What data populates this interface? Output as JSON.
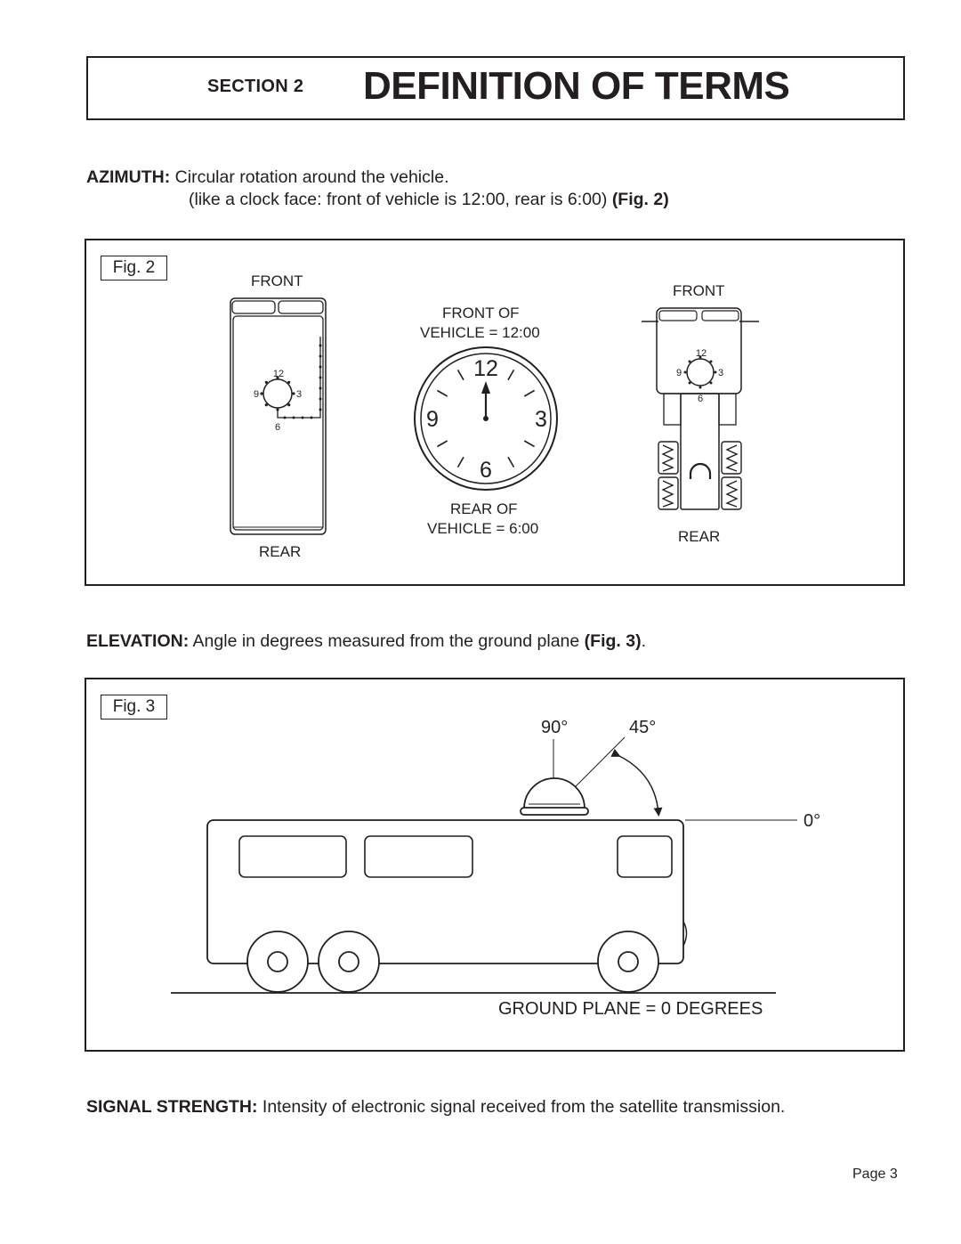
{
  "header": {
    "section_label": "SECTION 2",
    "title": "DEFINITION OF TERMS"
  },
  "azimuth": {
    "term": "AZIMUTH:",
    "definition": "Circular rotation around the vehicle.",
    "note": "(like a clock face: front of vehicle is 12:00, rear is 6:00)",
    "fig_ref": "(Fig. 2)"
  },
  "fig2": {
    "tag": "Fig. 2",
    "left_vehicle": {
      "front": "FRONT",
      "rear": "REAR",
      "dial": [
        "12",
        "3",
        "6",
        "9"
      ]
    },
    "clock": {
      "front_line1": "FRONT OF",
      "front_line2": "VEHICLE = 12:00",
      "rear_line1": "REAR OF",
      "rear_line2": "VEHICLE = 6:00",
      "numerals": [
        "12",
        "3",
        "6",
        "9"
      ]
    },
    "right_vehicle": {
      "front": "FRONT",
      "rear": "REAR",
      "dial": [
        "12",
        "3",
        "6",
        "9"
      ]
    }
  },
  "elevation": {
    "term": "ELEVATION:",
    "definition": "Angle in degrees measured from the ground plane",
    "fig_ref": "(Fig. 3)",
    "end": "."
  },
  "fig3": {
    "tag": "Fig. 3",
    "angle_90": "90°",
    "angle_45": "45°",
    "angle_0": "0°",
    "ground_label": "GROUND PLANE = 0 DEGREES"
  },
  "signal": {
    "term": "SIGNAL STRENGTH:",
    "definition": "Intensity of electronic signal received from the satellite transmission."
  },
  "footer": {
    "page": "Page 3"
  }
}
